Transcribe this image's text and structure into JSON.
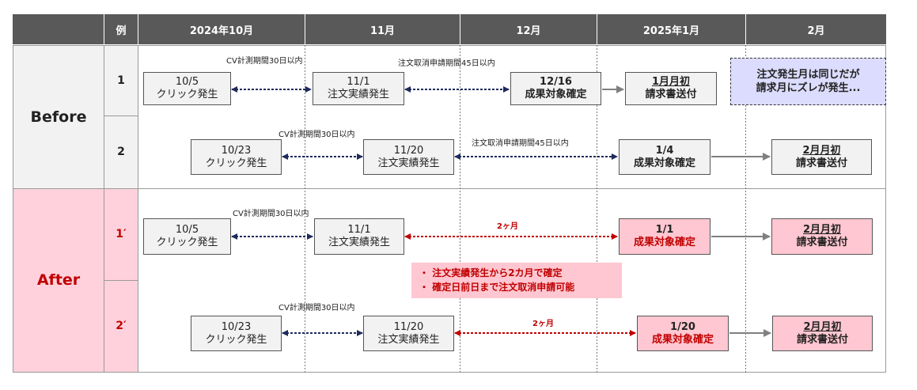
{
  "header": {
    "example": "例",
    "months": [
      "2024年10月",
      "11月",
      "12月",
      "2025年1月",
      "2月"
    ]
  },
  "sections": {
    "before": "Before",
    "after": "After"
  },
  "rows": [
    {
      "example": "1",
      "click": {
        "date": "10/5",
        "label": "クリック発生"
      },
      "order": {
        "date": "11/1",
        "label": "注文実績発生"
      },
      "confirm": {
        "date": "12/16",
        "label": "成果対象確定"
      },
      "invoice": {
        "date": "1月月初",
        "label": "請求書送付"
      },
      "cv_label": "CV計測期間30日以内",
      "cancel_label": "注文取消申請期間45日以内"
    },
    {
      "example": "2",
      "click": {
        "date": "10/23",
        "label": "クリック発生"
      },
      "order": {
        "date": "11/20",
        "label": "注文実績発生"
      },
      "confirm": {
        "date": "1/4",
        "label": "成果対象確定"
      },
      "invoice": {
        "date": "2月月初",
        "label": "請求書送付"
      },
      "cv_label": "CV計測期間30日以内",
      "cancel_label": "注文取消申請期間45日以内"
    },
    {
      "example": "1′",
      "click": {
        "date": "10/5",
        "label": "クリック発生"
      },
      "order": {
        "date": "11/1",
        "label": "注文実績発生"
      },
      "confirm": {
        "date": "1/1",
        "label": "成果対象確定"
      },
      "invoice": {
        "date": "2月月初",
        "label": "請求書送付"
      },
      "cv_label": "CV計測期間30日以内",
      "cancel_label": "2ヶ月"
    },
    {
      "example": "2′",
      "click": {
        "date": "10/23",
        "label": "クリック発生"
      },
      "order": {
        "date": "11/20",
        "label": "注文実績発生"
      },
      "confirm": {
        "date": "1/20",
        "label": "成果対象確定"
      },
      "invoice": {
        "date": "2月月初",
        "label": "請求書送付"
      },
      "cv_label": "CV計測期間30日以内",
      "cancel_label": "2ヶ月"
    }
  ],
  "callout": {
    "line1": "注文発生月は同じだが",
    "line2": "請求月にズレが発生..."
  },
  "after_notes": [
    "注文実績発生から2カ月で確定",
    "確定日前日まで注文取消申請可能"
  ],
  "colors": {
    "header_bg": "#595959",
    "before_bg": "#f2f2f2",
    "after_bg": "#ffd1dc",
    "accent_red": "#c00000",
    "navy_arrow": "#1f2a5c",
    "callout_bg": "#dcdcff"
  }
}
